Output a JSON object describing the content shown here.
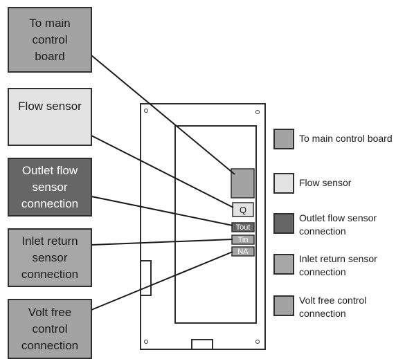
{
  "colors": {
    "main_board": "#a3a3a3",
    "flow_sensor": "#e3e3e3",
    "outlet_flow": "#666666",
    "inlet_return": "#a7a7a7",
    "volt_free": "#a3a3a3"
  },
  "callouts": {
    "main_board": "To main\ncontrol\nboard",
    "flow_sensor": "Flow sensor",
    "outlet_flow": "Outlet flow\nsensor\nconnection",
    "inlet_return": "Inlet return\nsensor\nconnection",
    "volt_free": "Volt free\ncontrol\nconnection"
  },
  "board": {
    "q_label": "Q",
    "tout_label": "Tout",
    "tin_label": "Tin",
    "na_label": "NA"
  },
  "legend": [
    {
      "label": "To main control board",
      "color": "#a3a3a3"
    },
    {
      "label": "Flow sensor",
      "color": "#e3e3e3"
    },
    {
      "label": "Outlet flow sensor\nconnection",
      "color": "#666666"
    },
    {
      "label": "Inlet return sensor\nconnection",
      "color": "#a7a7a7"
    },
    {
      "label": "Volt free control\nconnection",
      "color": "#a3a3a3"
    }
  ]
}
